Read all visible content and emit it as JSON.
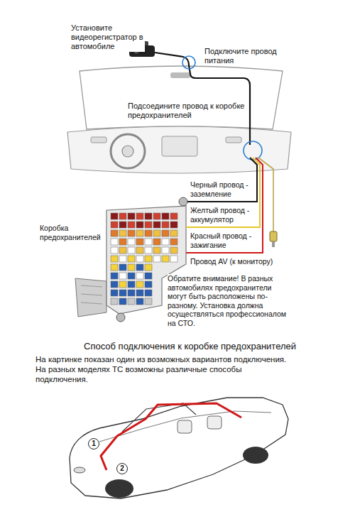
{
  "diagram": {
    "nodes": [
      {
        "text": [
          "1"
        ]
      },
      {
        "text": [
          "2"
        ]
      }
    ],
    "labels": [
      "Установите видеорегистратор в автомобиле",
      "Подключите провод питания",
      "Подсоедините провод к коробке предохранителей",
      "Коробка предохранителей",
      "Черный провод - заземление",
      "Желтый провод - аккумулятор",
      "Красный провод - зажигание",
      "Провод AV (к монитору)",
      "Обратите внимание! В разных автомобилях предохранители могут быть расположены по-разному. Установка должна осуществляться профессионалом на СТО.",
      "Способ подключения к коробке предохранителей",
      "На картинке показан один из возможных вариантов подключения. На разных моделях ТС возможны различные способы подключения."
    ]
  }
}
